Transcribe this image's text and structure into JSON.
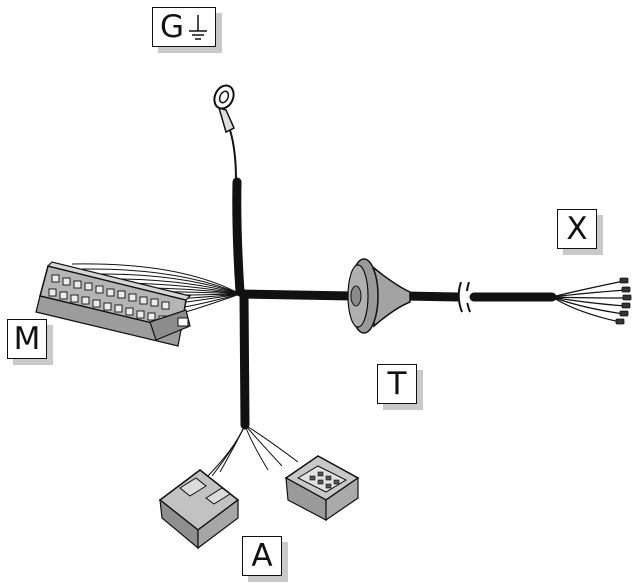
{
  "labels": {
    "ground": "G",
    "external": "X",
    "main_connector": "M",
    "grommet": "T",
    "accessory": "A"
  },
  "icons": {
    "ground_symbol": "ground-symbol-icon"
  },
  "colors": {
    "line": "#111111",
    "connector_fill": "#b5b5b5",
    "grommet_fill": "#a3a3a3",
    "label_shadow": "#c9c9c9"
  }
}
